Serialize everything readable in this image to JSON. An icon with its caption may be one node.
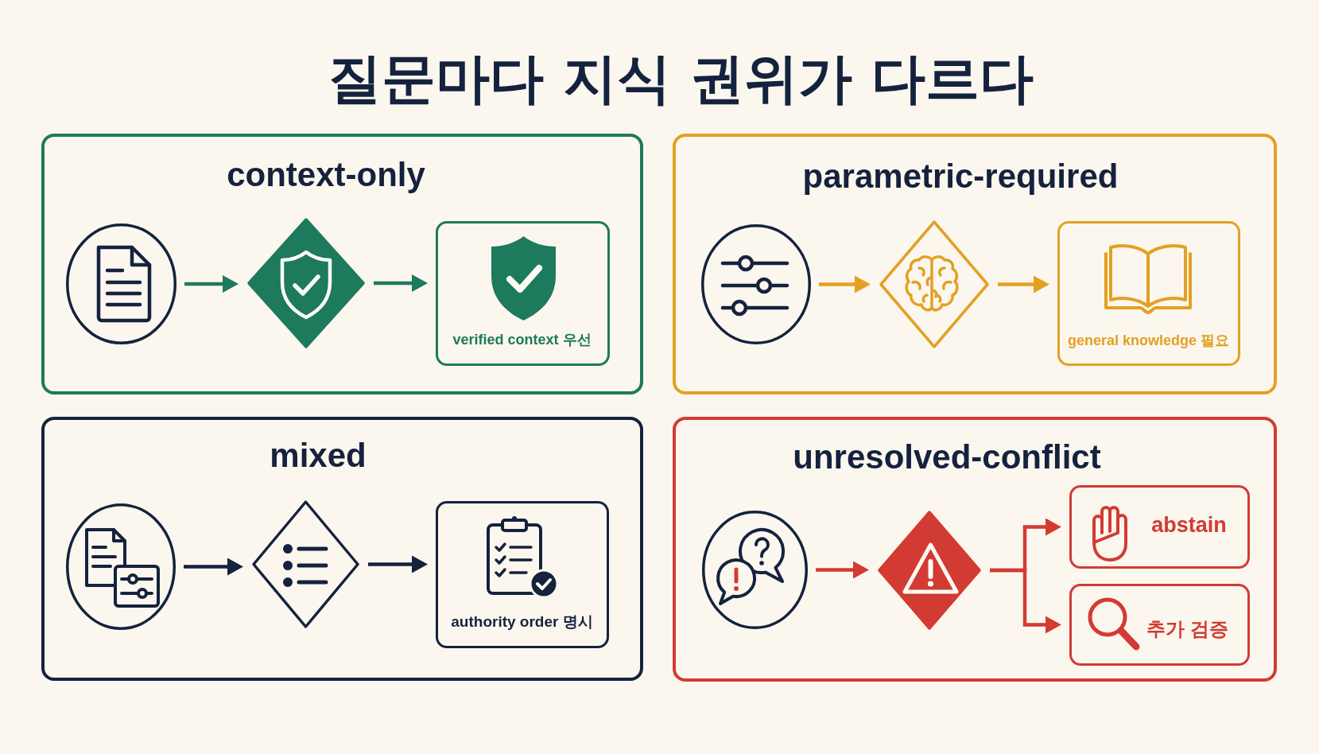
{
  "diagram": {
    "title": "질문마다 지식 권위가 다르다",
    "nodes": [
      {
        "text": [
          "context-only"
        ]
      },
      {
        "text": [],
        "shape": "circle",
        "in": 0
      },
      {
        "text": [],
        "shape": "diamond",
        "in": 0
      },
      {
        "text": [
          "verified context 우선"
        ],
        "in": 0
      },
      {
        "text": [
          "parametric-required"
        ]
      },
      {
        "text": [],
        "shape": "circle",
        "in": 4
      },
      {
        "text": [],
        "shape": "diamond",
        "in": 4
      },
      {
        "text": [
          "general knowledge 필요"
        ],
        "in": 4
      },
      {
        "text": [
          "mixed"
        ]
      },
      {
        "text": [],
        "shape": "circle",
        "in": 8
      },
      {
        "text": [],
        "shape": "diamond",
        "in": 8
      },
      {
        "text": [
          "authority order 명시"
        ],
        "in": 8
      },
      {
        "text": [
          "unresolved-conflict"
        ]
      },
      {
        "text": [],
        "shape": "circle",
        "in": 12
      },
      {
        "text": [],
        "shape": "diamond",
        "in": 12
      },
      {
        "text": [
          "abstain"
        ],
        "in": 12
      },
      {
        "text": [
          "추가 검증"
        ],
        "in": 12
      }
    ],
    "edges": [
      {
        "from": 1,
        "to": 2,
        "arrow": "to",
        "color": "#1d7a5c"
      },
      {
        "from": 2,
        "to": 3,
        "arrow": "to",
        "color": "#1d7a5c"
      },
      {
        "from": 5,
        "to": 6,
        "arrow": "to",
        "color": "#e3a023"
      },
      {
        "from": 6,
        "to": 7,
        "arrow": "to",
        "color": "#e3a023"
      },
      {
        "from": 9,
        "to": 10,
        "arrow": "to",
        "color": "#15223e"
      },
      {
        "from": 10,
        "to": 11,
        "arrow": "to",
        "color": "#15223e"
      },
      {
        "from": 13,
        "to": 14,
        "arrow": "to",
        "color": "#d23b33"
      },
      {
        "from": 14,
        "to": 15,
        "arrow": "to",
        "color": "#d23b33"
      },
      {
        "from": 14,
        "to": 16,
        "arrow": "to",
        "color": "#d23b33"
      }
    ]
  }
}
